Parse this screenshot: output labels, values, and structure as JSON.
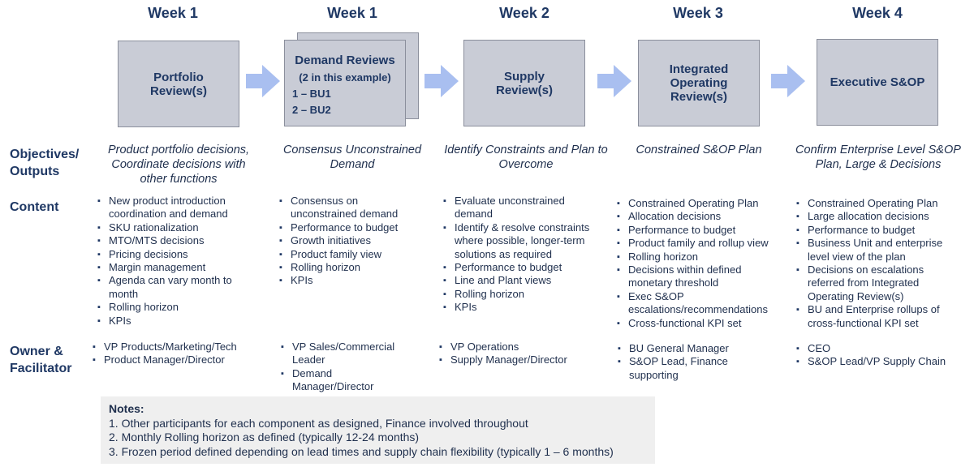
{
  "columns": [
    {
      "week": "Week 1",
      "box_title": "Portfolio\nReview(s)",
      "objective": "Product portfolio decisions, Coordinate decisions with other functions",
      "content": [
        "New product introduction coordination and demand",
        "SKU rationalization",
        "MTO/MTS decisions",
        "Pricing decisions",
        "Margin management",
        "Agenda can vary month to month",
        "Rolling horizon",
        "KPIs"
      ],
      "owners": [
        "VP Products/Marketing/Tech",
        "Product Manager/Director"
      ]
    },
    {
      "week": "Week 1",
      "box_title": "Demand Reviews",
      "box_subtitle": "(2 in this example)",
      "box_items": [
        "1 – BU1",
        "2 – BU2"
      ],
      "objective": "Consensus Unconstrained Demand",
      "content": [
        "Consensus on unconstrained demand",
        "Performance to budget",
        "Growth initiatives",
        "Product family view",
        "Rolling horizon",
        "KPIs"
      ],
      "owners": [
        "VP Sales/Commercial Leader",
        "Demand Manager/Director"
      ]
    },
    {
      "week": "Week 2",
      "box_title": "Supply\nReview(s)",
      "objective": "Identify Constraints and Plan to Overcome",
      "content": [
        "Evaluate unconstrained demand",
        "Identify & resolve constraints where possible, longer-term solutions as required",
        "Performance to budget",
        "Line and Plant views",
        "Rolling horizon",
        "KPIs"
      ],
      "owners": [
        "VP Operations",
        "Supply Manager/Director"
      ]
    },
    {
      "week": "Week 3",
      "box_title": "Integrated\nOperating\nReview(s)",
      "objective": "Constrained S&OP Plan",
      "content": [
        "Constrained Operating Plan",
        "Allocation decisions",
        "Performance to budget",
        "Product family and rollup view",
        "Rolling horizon",
        "Decisions within defined monetary threshold",
        "Exec S&OP escalations/recommendations",
        "Cross-functional KPI set"
      ],
      "owners": [
        "BU General Manager",
        "S&OP Lead, Finance supporting"
      ]
    },
    {
      "week": "Week 4",
      "box_title": "Executive S&OP",
      "objective": "Confirm Enterprise Level S&OP Plan, Large & Decisions",
      "content": [
        "Constrained Operating Plan",
        "Large allocation decisions",
        "Performance to budget",
        "Business Unit and enterprise level view of the plan",
        "Decisions on escalations referred from Integrated Operating Review(s)",
        "BU and Enterprise rollups of cross-functional KPI set"
      ],
      "owners": [
        "CEO",
        "S&OP Lead/VP Supply Chain"
      ]
    }
  ],
  "row_labels": {
    "objectives": "Objectives/\nOutputs",
    "content": "Content",
    "owner": "Owner &\nFacilitator"
  },
  "notes": {
    "title": "Notes:",
    "items": [
      "1. Other participants for each component as designed, Finance involved throughout",
      "2. Monthly Rolling horizon as defined (typically 12-24 months)",
      "3. Frozen period defined depending on lead times and supply chain flexibility (typically 1 – 6 months)"
    ]
  },
  "colors": {
    "box_fill": "#c9ccd6",
    "box_border": "#8b8f9c",
    "heading": "#1f3864",
    "arrow": "#a9bff0",
    "notes_bg": "#efefef"
  }
}
